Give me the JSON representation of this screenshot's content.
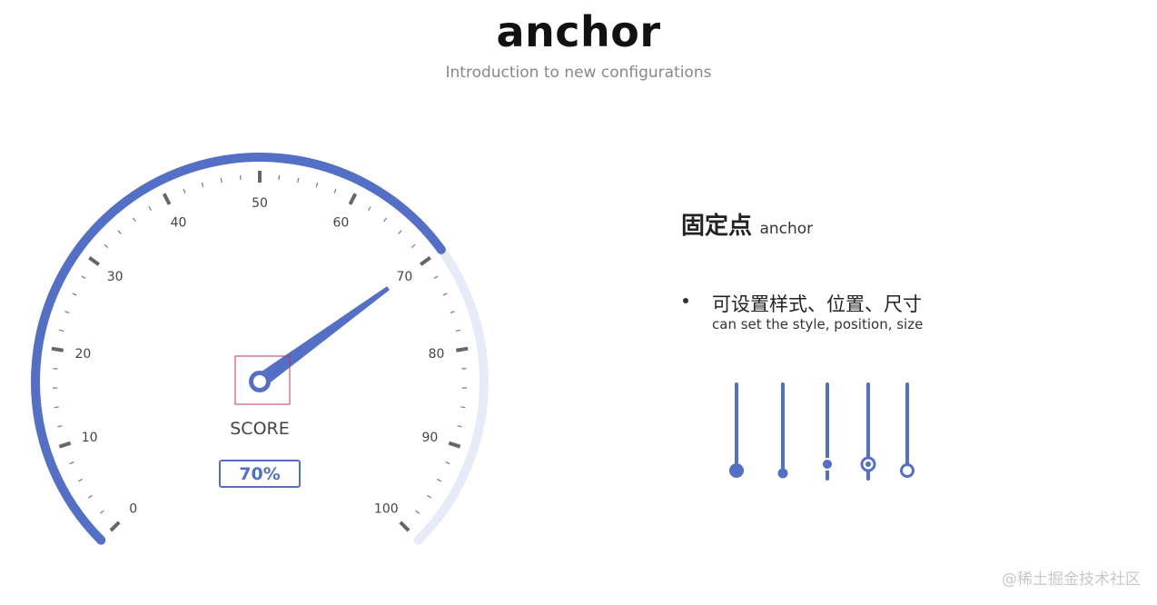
{
  "header": {
    "title": "anchor",
    "subtitle": "Introduction to new configurations"
  },
  "chart_data": {
    "type": "gauge",
    "min": 0,
    "max": 100,
    "value": 70,
    "major_ticks": [
      0,
      10,
      20,
      30,
      40,
      50,
      60,
      70,
      80,
      90,
      100
    ],
    "minor_ticks_per_major": 5,
    "label": "SCORE",
    "value_text": "70%",
    "range_color": "#5470c6",
    "range_background_color": "#e6ebf8",
    "anchor_highlight_color": "#c0335b"
  },
  "panel": {
    "heading": "固定点",
    "heading_en": "anchor",
    "bullet_zh": "可设置样式、位置、尺寸",
    "bullet_en": "can set the style, position, size"
  },
  "anchor_styles": [
    {
      "icon": "large-filled-dot-icon"
    },
    {
      "icon": "small-filled-dot-icon"
    },
    {
      "icon": "offset-dot-icon"
    },
    {
      "icon": "ring-dot-icon"
    },
    {
      "icon": "hollow-ring-icon"
    }
  ],
  "watermark": "@稀土掘金技术社区"
}
